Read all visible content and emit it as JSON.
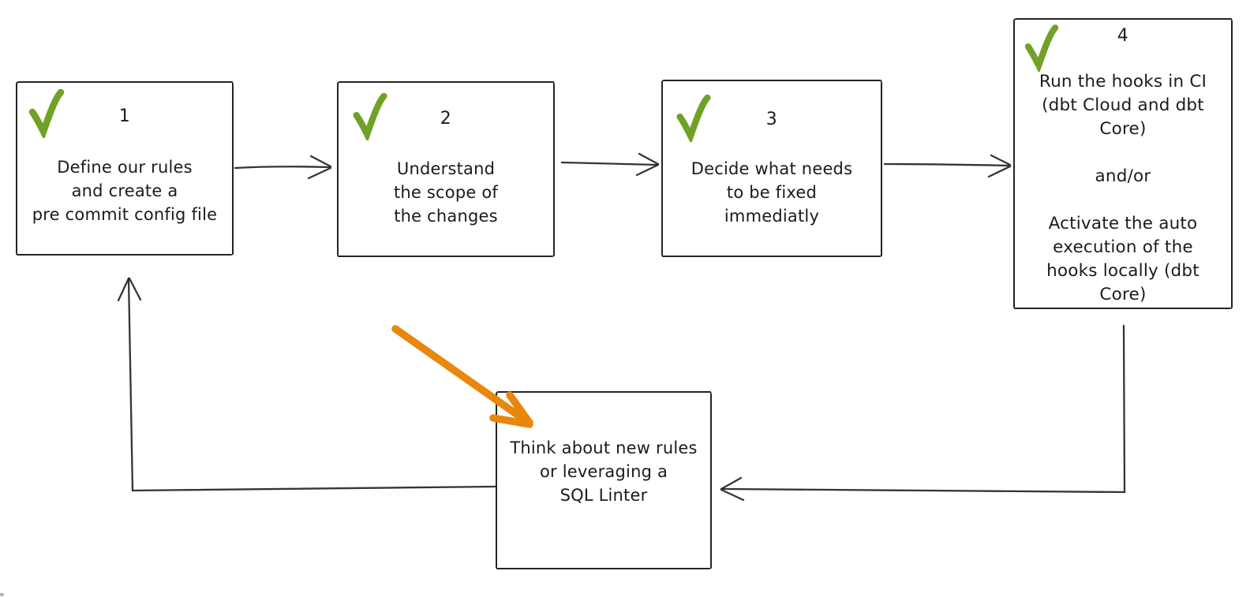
{
  "diagram": {
    "steps": [
      {
        "number": "1",
        "checked": true,
        "text": "Define our rules\nand create a\npre commit config file"
      },
      {
        "number": "2",
        "checked": true,
        "text": "Understand\nthe scope of\nthe changes"
      },
      {
        "number": "3",
        "checked": true,
        "text": "Decide what needs\nto be fixed\nimmediatly"
      },
      {
        "number": "4",
        "checked": true,
        "text": "Run the hooks in CI\n(dbt Cloud and dbt\nCore)\n\nand/or\n\nActivate the auto\nexecution of the\nhooks locally (dbt\nCore)"
      }
    ],
    "loop_note": {
      "text": "Think about new rules\nor leveraging a\nSQL Linter"
    },
    "connections": [
      "step-1-to-step-2",
      "step-2-to-step-3",
      "step-3-to-step-4",
      "step-4-to-loop-note",
      "loop-note-to-step-1",
      "orange-annotation-to-loop-note"
    ]
  },
  "colors": {
    "canvas_bg": "#ffffff",
    "stroke": "#242424",
    "check_green": "#6fa227",
    "arrow_orange": "#e8860d"
  }
}
